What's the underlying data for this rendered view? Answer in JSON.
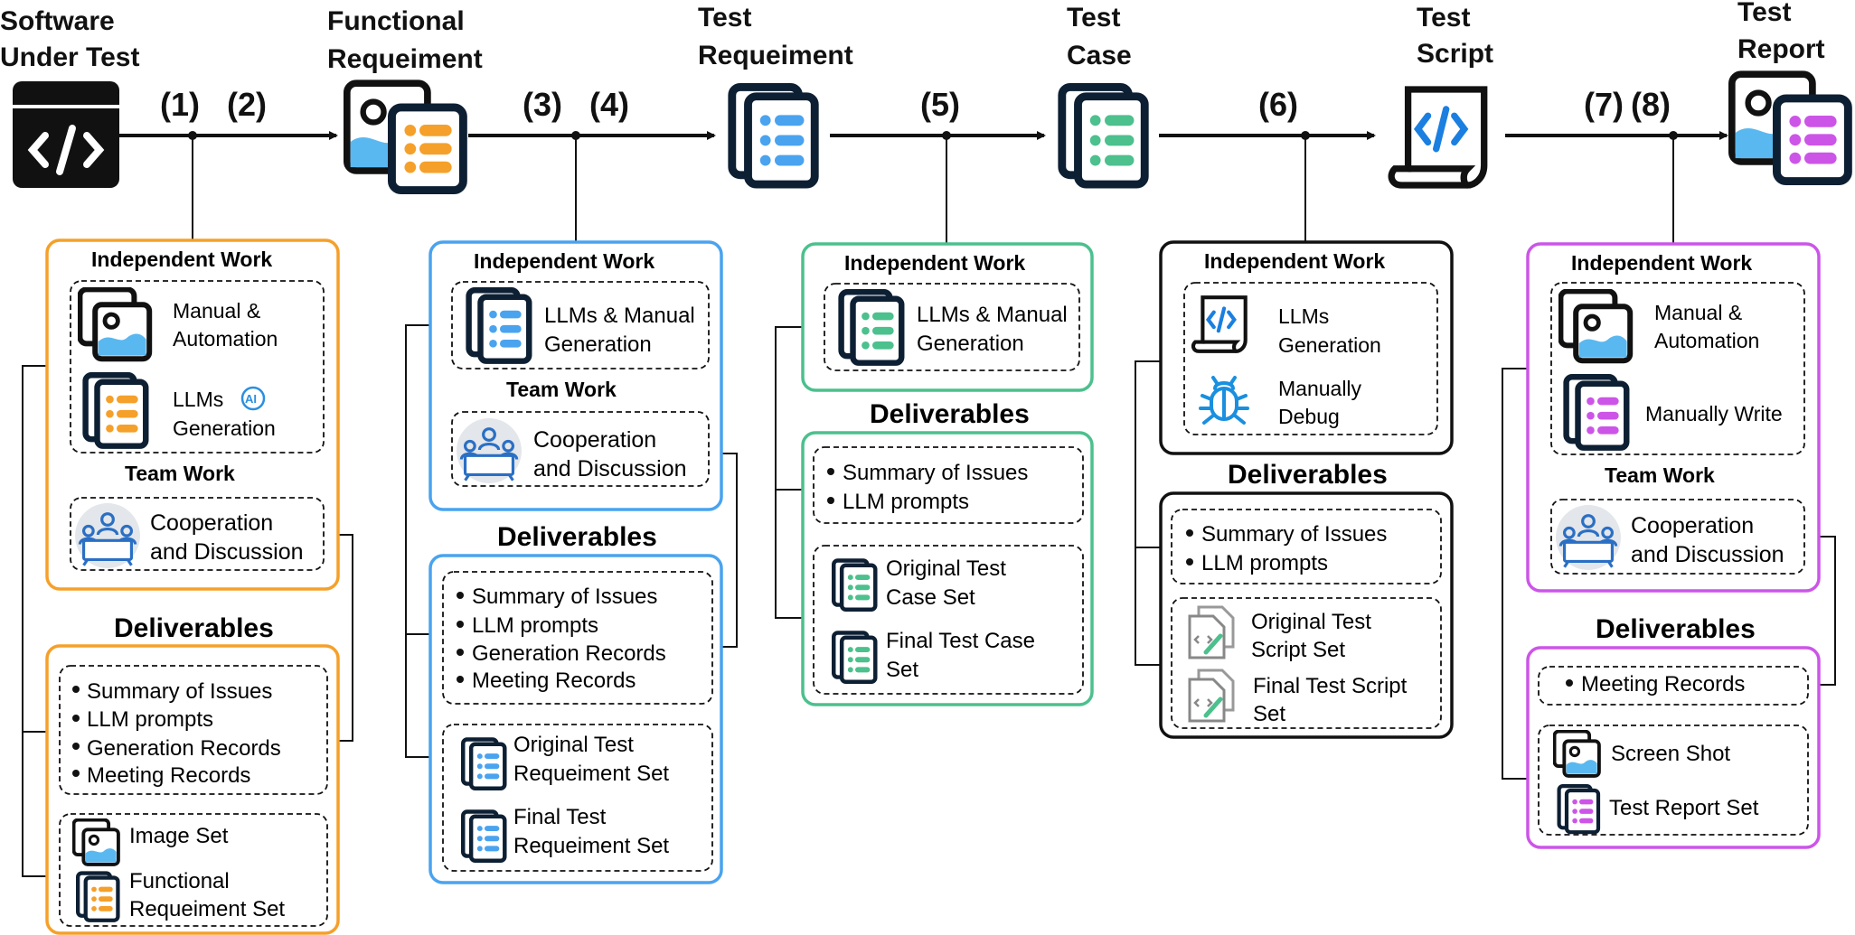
{
  "colors": {
    "orange": "#f5a02a",
    "blue": "#4aa3ef",
    "green": "#4cc08d",
    "black": "#111111",
    "purple": "#cc55e8",
    "dark": "#0d1f33",
    "img_blue": "#5ab8f0"
  },
  "stages": [
    {
      "title_l1": "Software",
      "title_l2": "Under Test"
    },
    {
      "title_l1": "Functional",
      "title_l2": "Requeiment"
    },
    {
      "title_l1": "Test",
      "title_l2": "Requeiment"
    },
    {
      "title_l1": "Test",
      "title_l2": "Case"
    },
    {
      "title_l1": "Test",
      "title_l2": "Script"
    },
    {
      "title_l1": "Test",
      "title_l2": "Report"
    }
  ],
  "steps": [
    "(1)",
    "(2)",
    "(3)",
    "(4)",
    "(5)",
    "(6)",
    "(7)",
    "(8)"
  ],
  "common": {
    "independent_work": "Independent Work",
    "team_work": "Team Work",
    "deliverables": "Deliverables"
  },
  "p1": {
    "manual_l1": "Manual &",
    "manual_l2": "Automation",
    "llm_l1": "LLMs",
    "llm_l2": "Generation",
    "ai_badge": "AI",
    "coop_l1": "Cooperation",
    "coop_l2": "and Discussion",
    "bullets": [
      "Summary of Issues",
      "LLM prompts",
      "Generation Records",
      "Meeting Records"
    ],
    "image_set": "Image Set",
    "fr_set_l1": "Functional",
    "fr_set_l2": "Requeiment Set"
  },
  "p2": {
    "llm_l1": "LLMs & Manual",
    "llm_l2": "Generation",
    "coop_l1": "Cooperation",
    "coop_l2": "and Discussion",
    "bullets": [
      "Summary of Issues",
      "LLM prompts",
      "Generation Records",
      "Meeting Records"
    ],
    "orig_l1": "Original Test",
    "orig_l2": "Requeiment Set",
    "final_l1": "Final Test",
    "final_l2": "Requeiment Set"
  },
  "p3": {
    "llm_l1": "LLMs & Manual",
    "llm_l2": "Generation",
    "bullets": [
      "Summary of Issues",
      "LLM prompts"
    ],
    "orig_l1": "Original Test",
    "orig_l2": "Case Set",
    "final_l1": "Final Test Case",
    "final_l2": "Set"
  },
  "p4": {
    "llm_l1": "LLMs",
    "llm_l2": "Generation",
    "debug_l1": "Manually",
    "debug_l2": "Debug",
    "bullets": [
      "Summary of Issues",
      "LLM prompts"
    ],
    "orig_l1": "Original Test",
    "orig_l2": "Script Set",
    "final_l1": "Final Test Script",
    "final_l2": "Set"
  },
  "p5": {
    "manual_l1": "Manual &",
    "manual_l2": "Automation",
    "write": "Manually Write",
    "coop_l1": "Cooperation",
    "coop_l2": "and Discussion",
    "bullets": [
      "Meeting Records"
    ],
    "shot": "Screen Shot",
    "report_set": "Test Report Set"
  }
}
